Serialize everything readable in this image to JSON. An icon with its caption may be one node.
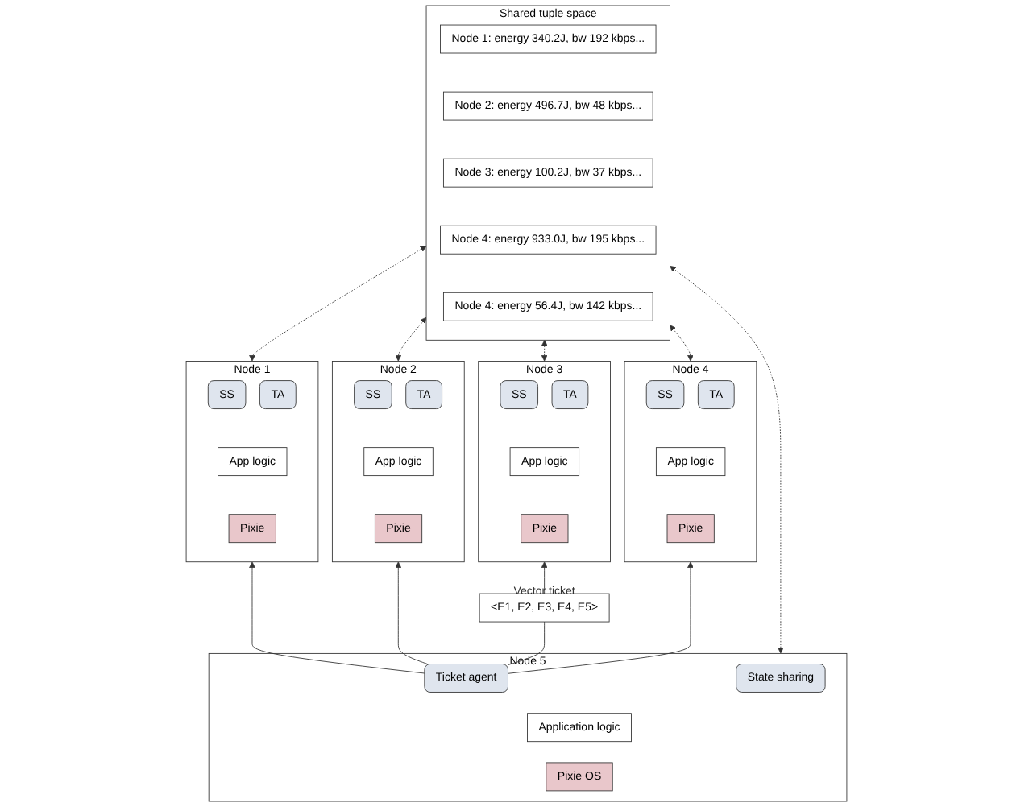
{
  "diagram": {
    "nodes": [
      {
        "text": [
          "Node 1"
        ]
      },
      {
        "text": [
          "SS"
        ],
        "in": 0
      },
      {
        "text": [
          "TA"
        ],
        "in": 0
      },
      {
        "text": [
          "App logic"
        ],
        "in": 0
      },
      {
        "text": [
          "Pixie"
        ],
        "in": 0
      },
      {
        "text": [
          "Node 2"
        ]
      },
      {
        "text": [
          "SS"
        ],
        "in": 5
      },
      {
        "text": [
          "TA"
        ],
        "in": 5
      },
      {
        "text": [
          "App logic"
        ],
        "in": 5
      },
      {
        "text": [
          "Pixie"
        ],
        "in": 5
      },
      {
        "text": [
          "Node 3"
        ]
      },
      {
        "text": [
          "SS"
        ],
        "in": 10
      },
      {
        "text": [
          "TA"
        ],
        "in": 10
      },
      {
        "text": [
          "App logic"
        ],
        "in": 10
      },
      {
        "text": [
          "Pixie"
        ],
        "in": 10
      },
      {
        "text": [
          "Shared tuple space"
        ]
      },
      {
        "text": [
          "Node 1: energy 340.2J, bw 192 kbps..."
        ],
        "in": 15
      },
      {
        "text": [
          "Node 2: energy 496.7J, bw 48 kbps..."
        ],
        "in": 15
      },
      {
        "text": [
          "Node 3: energy 100.2J, bw 37 kbps..."
        ],
        "in": 15
      },
      {
        "text": [
          "Node 4: energy 933.0J, bw 195 kbps..."
        ],
        "in": 15
      },
      {
        "text": [
          "Node 4: energy 56.4J, bw 142 kbps..."
        ],
        "in": 15
      },
      {
        "text": [
          "<E1, E2, E3, E4, E5>"
        ],
        "beside": [
          "Vector ticket"
        ]
      },
      {
        "text": [
          "Node 4"
        ]
      },
      {
        "text": [
          "SS"
        ],
        "in": 22
      },
      {
        "text": [
          "TA"
        ],
        "in": 22
      },
      {
        "text": [
          "App logic"
        ],
        "in": 22
      },
      {
        "text": [
          "Pixie"
        ],
        "in": 22
      },
      {
        "text": [
          "Node 5"
        ]
      },
      {
        "text": [
          "State sharing"
        ],
        "in": 27
      },
      {
        "text": [
          "Ticket agent"
        ],
        "in": 27
      },
      {
        "text": [
          "Application logic"
        ],
        "in": 27
      },
      {
        "text": [
          "Pixie OS"
        ],
        "in": 27
      }
    ],
    "edges": [
      {
        "from": 0,
        "to": 15,
        "arrow": "both",
        "style": "dashed"
      },
      {
        "from": 5,
        "to": 15,
        "arrow": "both",
        "style": "dashed"
      },
      {
        "from": 10,
        "to": 15,
        "arrow": "both",
        "style": "dashed"
      },
      {
        "from": 22,
        "to": 15,
        "arrow": "both",
        "style": "dashed"
      },
      {
        "from": 27,
        "to": 15,
        "arrow": "both",
        "style": "dashed"
      },
      {
        "from": 29,
        "to": 0,
        "arrow": "to"
      },
      {
        "from": 29,
        "to": 5,
        "arrow": "to"
      },
      {
        "from": 29,
        "to": 22,
        "arrow": "to"
      },
      {
        "from": 29,
        "to": 21,
        "arrow": "none"
      },
      {
        "from": 21,
        "to": 10,
        "arrow": "to"
      }
    ]
  }
}
